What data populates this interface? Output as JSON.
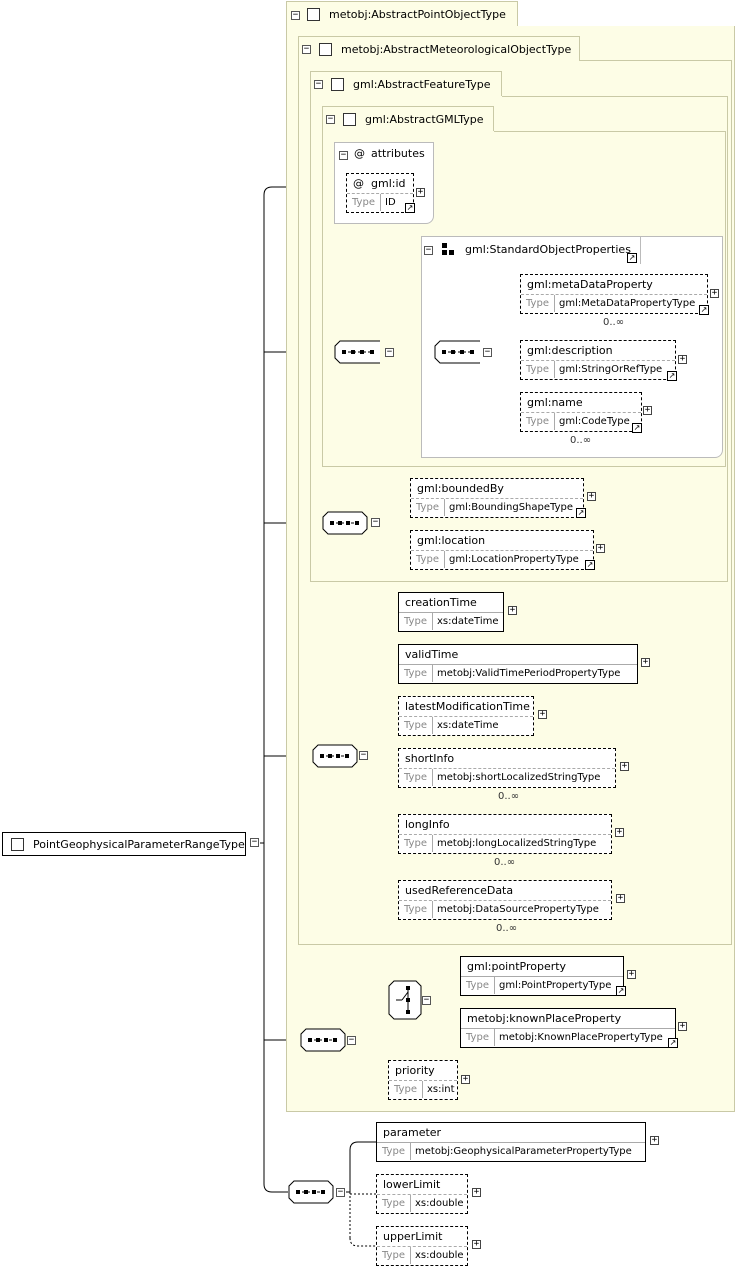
{
  "root": {
    "label": "PointGeophysicalParameterRangeType"
  },
  "panels": {
    "abstract_point": "metobj:AbstractPointObjectType",
    "abstract_meteo": "metobj:AbstractMeteorologicalObjectType",
    "abstract_feature": "gml:AbstractFeatureType",
    "abstract_gml": "gml:AbstractGMLType"
  },
  "attributes": {
    "header": "attributes",
    "at": "@",
    "id_name": "gml:id",
    "id_type": "ID"
  },
  "standard_props": {
    "label": "gml:StandardObjectProperties"
  },
  "type_key": "Type",
  "elements": {
    "metaDataProperty": {
      "name": "gml:metaDataProperty",
      "type": "gml:MetaDataPropertyType",
      "card": "0..∞"
    },
    "description": {
      "name": "gml:description",
      "type": "gml:StringOrRefType"
    },
    "name": {
      "name": "gml:name",
      "type": "gml:CodeType",
      "card": "0..∞"
    },
    "boundedBy": {
      "name": "gml:boundedBy",
      "type": "gml:BoundingShapeType"
    },
    "location": {
      "name": "gml:location",
      "type": "gml:LocationPropertyType"
    },
    "creationTime": {
      "name": "creationTime",
      "type": "xs:dateTime"
    },
    "validTime": {
      "name": "validTime",
      "type": "metobj:ValidTimePeriodPropertyType"
    },
    "latestModificationTime": {
      "name": "latestModificationTime",
      "type": "xs:dateTime"
    },
    "shortInfo": {
      "name": "shortInfo",
      "type": "metobj:shortLocalizedStringType",
      "card": "0..∞"
    },
    "longInfo": {
      "name": "longInfo",
      "type": "metobj:longLocalizedStringType",
      "card": "0..∞"
    },
    "usedReferenceData": {
      "name": "usedReferenceData",
      "type": "metobj:DataSourcePropertyType",
      "card": "0..∞"
    },
    "pointProperty": {
      "name": "gml:pointProperty",
      "type": "gml:PointPropertyType"
    },
    "knownPlaceProperty": {
      "name": "metobj:knownPlaceProperty",
      "type": "metobj:KnownPlacePropertyType"
    },
    "priority": {
      "name": "priority",
      "type": "xs:int"
    },
    "parameter": {
      "name": "parameter",
      "type": "metobj:GeophysicalParameterPropertyType"
    },
    "lowerLimit": {
      "name": "lowerLimit",
      "type": "xs:double"
    },
    "upperLimit": {
      "name": "upperLimit",
      "type": "xs:double"
    }
  },
  "glyphs": {
    "minus": "−",
    "plus": "+",
    "arrow": "↗"
  }
}
